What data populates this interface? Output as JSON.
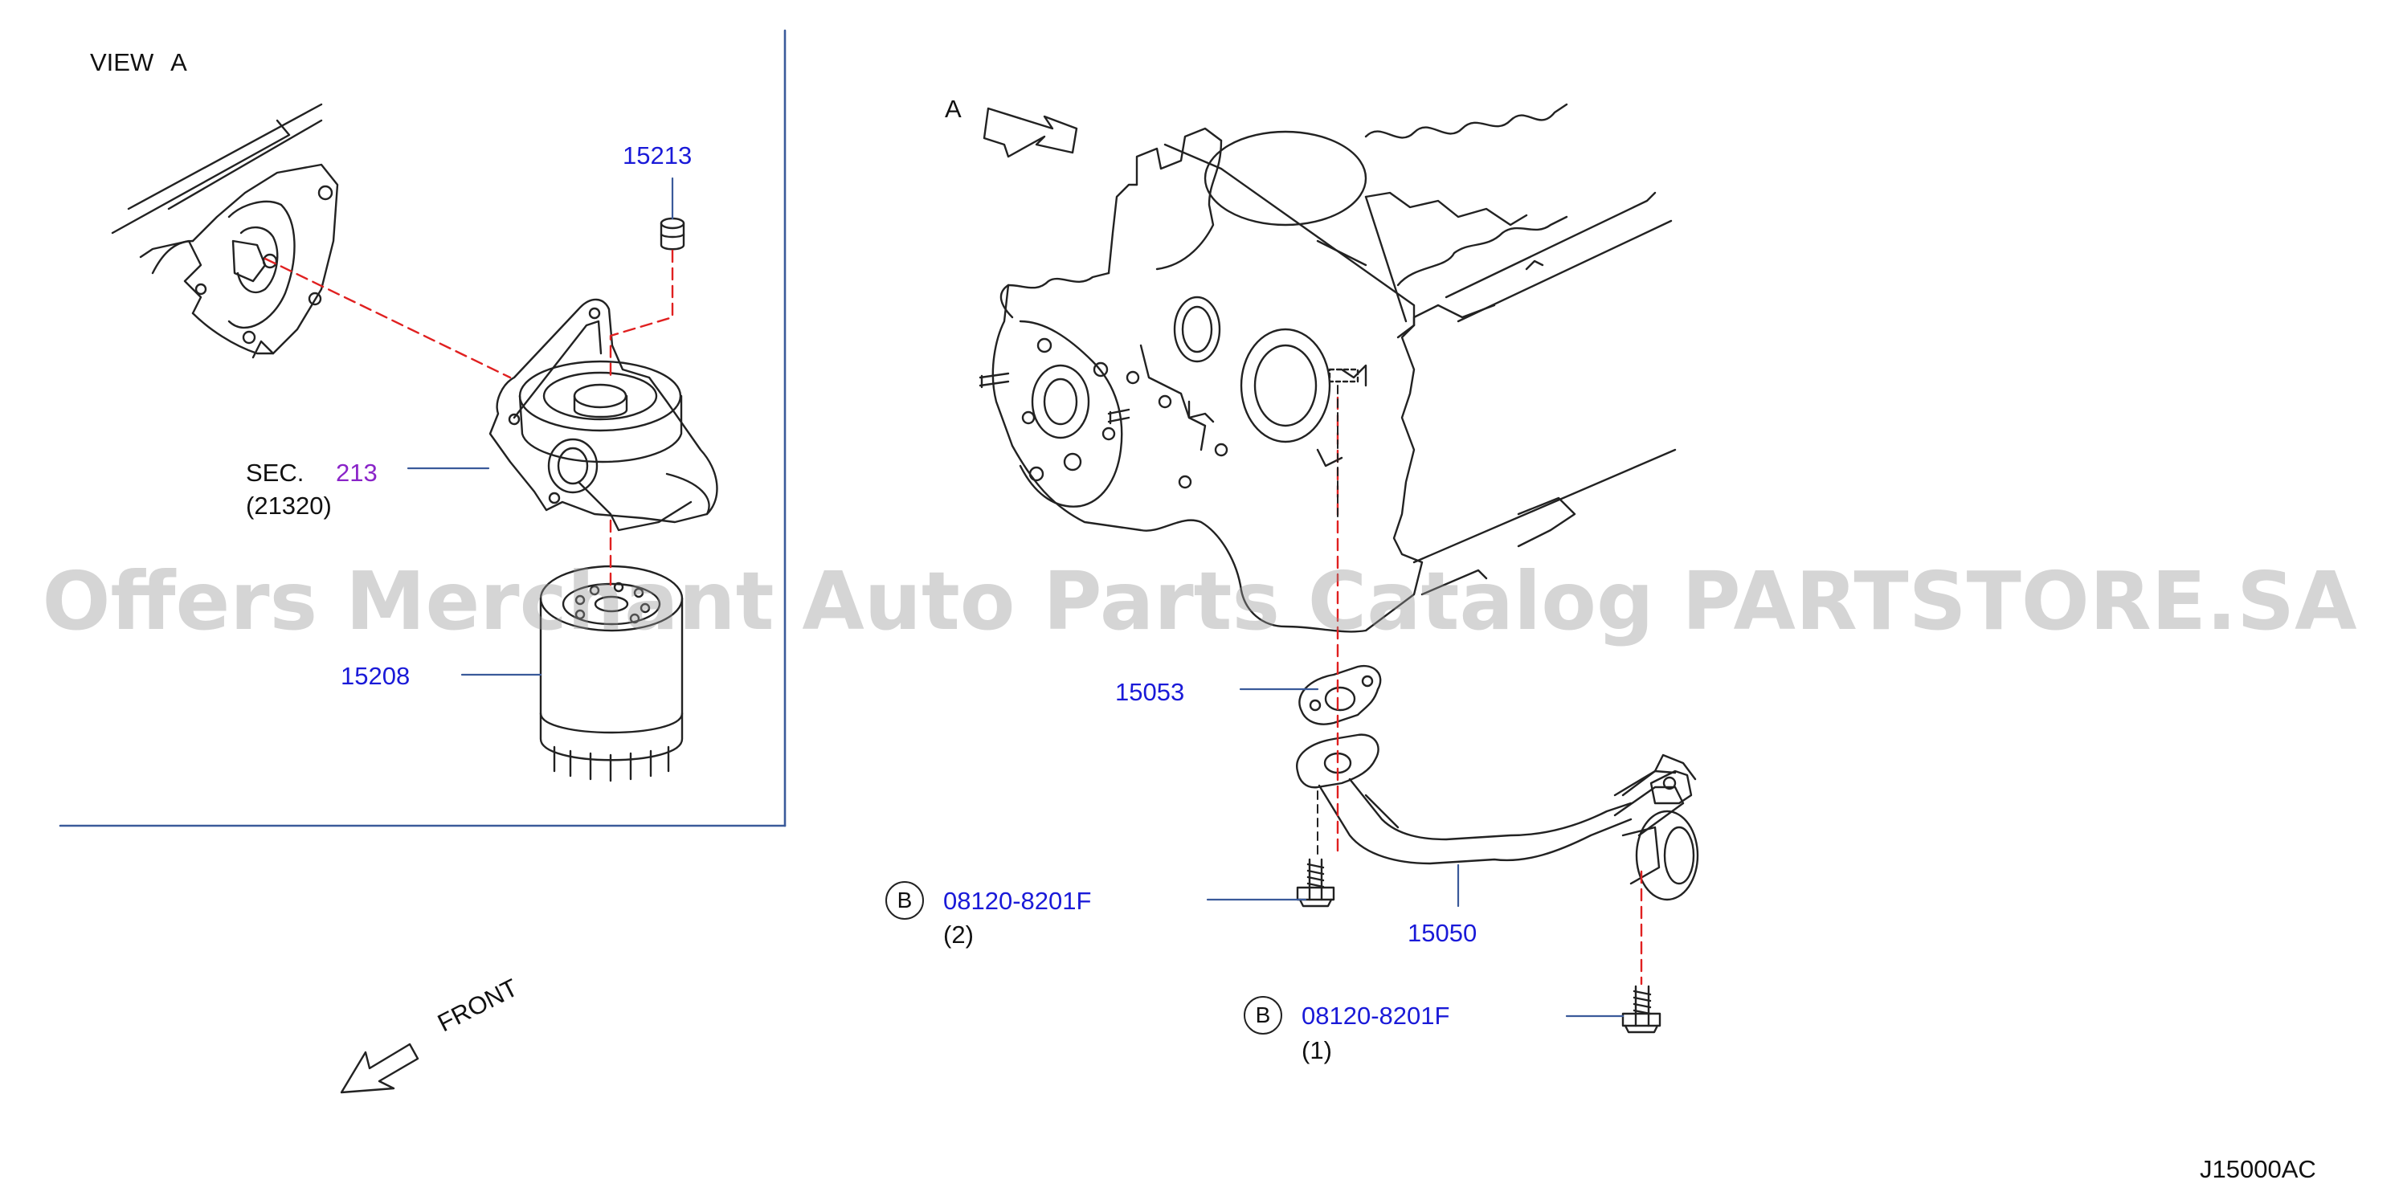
{
  "view_label": "VIEW A",
  "arrow_label": "A",
  "front_label": "FRONT",
  "diagram_code": "J15000AC",
  "watermark": "Offers Merchant Auto Parts Catalog PARTSTORE.SA",
  "parts": {
    "p15213": "15213",
    "p15208": "15208",
    "p15053": "15053",
    "p15050": "15050",
    "bolt2": {
      "circle": "B",
      "number": "08120-8201F",
      "qty": "(2)"
    },
    "bolt1": {
      "circle": "B",
      "number": "08120-8201F",
      "qty": "(1)"
    }
  },
  "section_ref": {
    "prefix": "SEC.",
    "number": "213",
    "sub": "(21320)"
  },
  "colors": {
    "part_link": "#1a1ad8",
    "section_link": "#8a24c8",
    "leader_dash": "#e02020",
    "frame_line": "#3a5a9a"
  }
}
